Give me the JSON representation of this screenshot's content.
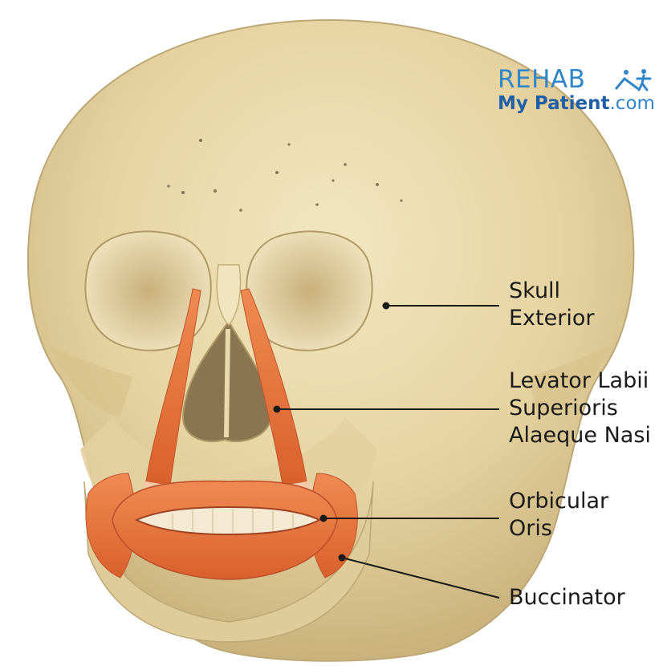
{
  "logo": {
    "brand_top": "REHAB",
    "brand_bottom": "My Patient",
    "brand_suffix": ".com"
  },
  "labels": [
    {
      "lines": [
        "Skull",
        "Exterior"
      ]
    },
    {
      "lines": [
        "Levator Labii",
        "Superioris",
        "Alaeque Nasi"
      ]
    },
    {
      "lines": [
        "Orbicular",
        "Oris"
      ]
    },
    {
      "lines": [
        "Buccinator"
      ]
    }
  ],
  "colors": {
    "bone": "#ead9ab",
    "bone_shadow": "#c9b27c",
    "muscle": "#e8703a",
    "muscle_light": "#f3a57a",
    "logo_blue": "#2f86c8",
    "leader_line": "#1a1a1a"
  }
}
